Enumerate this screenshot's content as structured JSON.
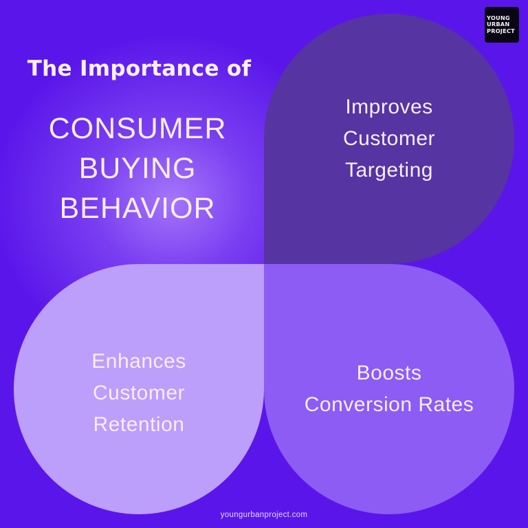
{
  "logo": {
    "lines": [
      "YOUNG",
      "URBAN",
      "PROJECT"
    ]
  },
  "header": {
    "kicker": "The Importance of",
    "title_lines": [
      "CONSUMER",
      "BUYING",
      "BEHAVIOR"
    ]
  },
  "quadrants": [
    {
      "position": "top-right",
      "lines": [
        "Improves",
        "Customer",
        "Targeting"
      ],
      "color": "#5634a2"
    },
    {
      "position": "bottom-left",
      "lines": [
        "Enhances",
        "Customer",
        "Retention"
      ],
      "color": "#bc9efb"
    },
    {
      "position": "bottom-right",
      "lines": [
        "Boosts",
        "Conversion Rates"
      ],
      "color": "#8c5cf5"
    }
  ],
  "footer": {
    "website": "youngurbanproject.com"
  },
  "colors": {
    "background": "#5a16ea",
    "text": "#f6eefc",
    "logo_bg": "#0a0514"
  }
}
